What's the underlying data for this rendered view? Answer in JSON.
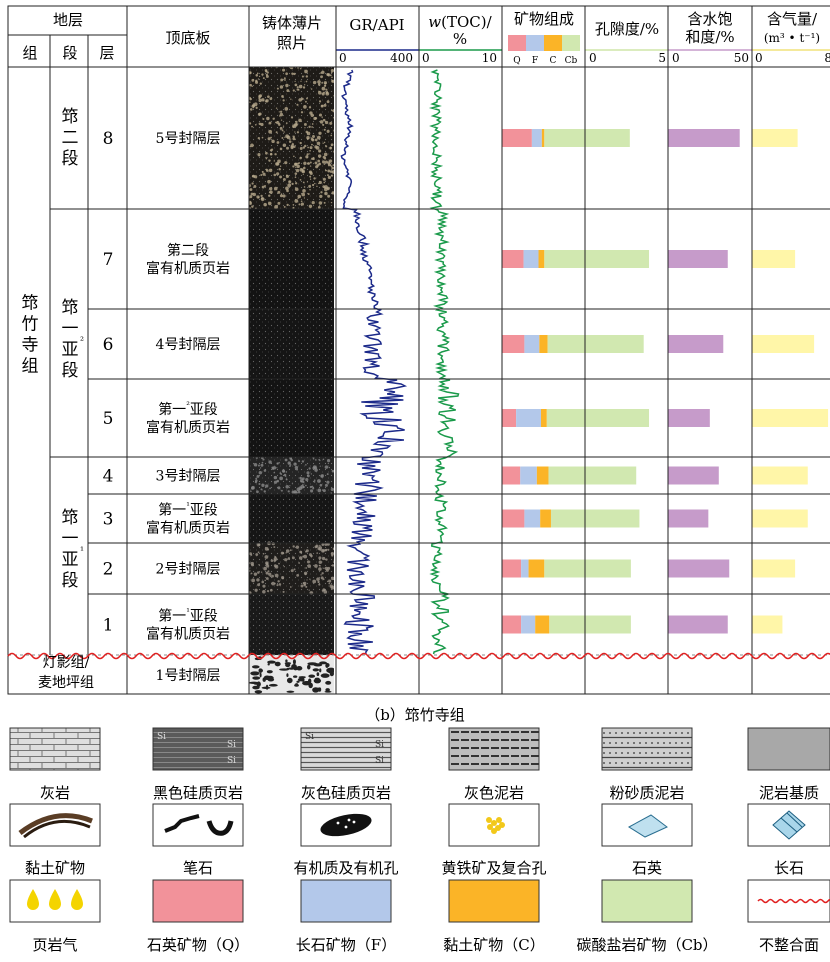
{
  "header": {
    "stratum": "地层",
    "group": "组",
    "section": "段",
    "layer": "层",
    "roof_floor": "顶底板",
    "photo_l1": "铸体薄片",
    "photo_l2": "照片",
    "gr": "GR/API",
    "gr_min": "0",
    "gr_max": "400",
    "toc_w": "w",
    "toc_rest": "(TOC)/",
    "toc_unit": "%",
    "toc_min": "0",
    "toc_max": "10",
    "mineral": "矿物组成",
    "mineral_keys": [
      "Q",
      "F",
      "C",
      "Cb"
    ],
    "porosity": "孔隙度/%",
    "por_min": "0",
    "por_max": "5",
    "water_l1": "含水饱",
    "water_l2": "和度/%",
    "water_min": "0",
    "water_max": "50",
    "gas_l1": "含气量/",
    "gas_l2": "(m³ • t⁻¹)",
    "gas_min": "0",
    "gas_max": "8"
  },
  "strat": {
    "group_name": "筇竹寺组",
    "section2": "筇二段",
    "section1_2": "筇一²亚段",
    "section1_1": "筇一¹亚段",
    "base_group_l1": "灯影组/",
    "base_group_l2": "麦地坪组"
  },
  "layers": [
    {
      "num": "8",
      "lines": [
        "5号封隔层"
      ],
      "min": [
        36,
        12,
        3,
        49
      ],
      "por": 4.2,
      "water": 48,
      "gas": 3.6
    },
    {
      "num": "7",
      "lines": [
        "第二段",
        "富有机质页岩"
      ],
      "min": [
        26,
        18,
        7,
        49
      ],
      "por": 6.0,
      "water": 40,
      "gas": 3.4
    },
    {
      "num": "6",
      "lines": [
        "4号封隔层"
      ],
      "min": [
        27,
        18,
        10,
        45
      ],
      "por": 5.5,
      "water": 37,
      "gas": 4.9
    },
    {
      "num": "5",
      "lines": [
        "第一²亚段",
        "富有机质页岩"
      ],
      "min": [
        17,
        30,
        7,
        46
      ],
      "por": 6.0,
      "water": 28,
      "gas": 6.0
    },
    {
      "num": "4",
      "lines": [
        "3号封隔层"
      ],
      "min": [
        22,
        20,
        14,
        44
      ],
      "por": 4.8,
      "water": 34,
      "gas": 4.4
    },
    {
      "num": "3",
      "lines": [
        "第一¹亚段",
        "富有机质页岩"
      ],
      "min": [
        27,
        19,
        13,
        41
      ],
      "por": 5.1,
      "water": 27,
      "gas": 4.4
    },
    {
      "num": "2",
      "lines": [
        "2号封隔层"
      ],
      "min": [
        23,
        9,
        19,
        49
      ],
      "por": 4.3,
      "water": 41,
      "gas": 3.4
    },
    {
      "num": "1",
      "lines": [
        "第一¹亚段",
        "富有机质页岩"
      ],
      "min": [
        23,
        17,
        17,
        43
      ],
      "por": 4.3,
      "water": 40,
      "gas": 2.4
    }
  ],
  "base_layer": {
    "lines": [
      "1号封隔层"
    ]
  },
  "caption": "（b）筇竹寺组",
  "colors": {
    "quartz": "#f2929a",
    "feldspar": "#b3c8ea",
    "clay": "#fbb427",
    "carbonate": "#d1e8b0",
    "water": "#c69bca",
    "gas": "#fff6a8",
    "gr_line": "#1c2a8a",
    "toc_line": "#1a9a4a",
    "unconformity": "#e02020"
  },
  "legend": {
    "row1": [
      "灰岩",
      "黑色硅质页岩",
      "灰色硅质页岩",
      "灰色泥岩",
      "粉砂质泥岩",
      "泥岩基质"
    ],
    "row2": [
      "黏土矿物",
      "笔石",
      "有机质及有机孔",
      "黄铁矿及复合孔",
      "石英",
      "长石"
    ],
    "row3": [
      "页岩气",
      "石英矿物（Q）",
      "长石矿物（F）",
      "黏土矿物（C）",
      "碳酸盐岩矿物（Cb）",
      "不整合面"
    ],
    "si_label": "Si"
  }
}
